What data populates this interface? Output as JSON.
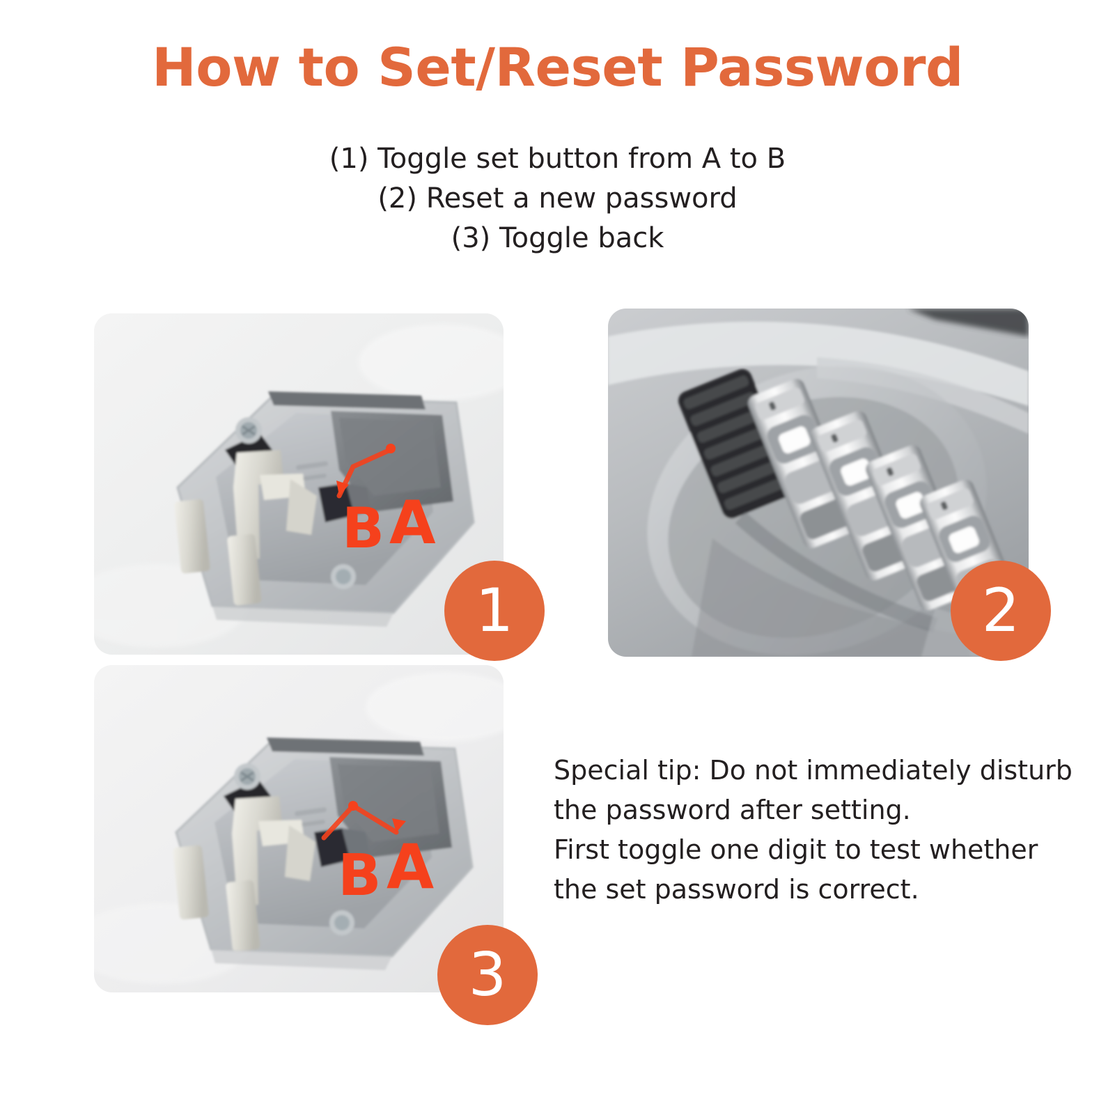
{
  "page": {
    "title": "How to Set/Reset Password",
    "title_color": "#e2693c",
    "background_color": "#ffffff",
    "text_color": "#231f20"
  },
  "instructions": [
    "(1) Toggle set button from A to B",
    "(2) Reset a new password",
    "(3) Toggle back"
  ],
  "panels": [
    {
      "step": "1",
      "badge_label": "1",
      "alt": "Close-up of the back of a combination key lock box showing the reset toggle switch set to position A",
      "annotation": {
        "label_left": "B",
        "label_right": "A",
        "arrow_direction": "A-to-B",
        "color": "#f5411c"
      }
    },
    {
      "step": "2",
      "badge_label": "2",
      "alt": "Close-up of the four-wheel combination dial set on the front of the lock",
      "annotation": null
    },
    {
      "step": "3",
      "badge_label": "3",
      "alt": "Close-up of the back of the lock with the reset toggle switch moved back from B to A",
      "annotation": {
        "label_left": "B",
        "label_right": "A",
        "arrow_direction": "B-to-A",
        "color": "#f5411c"
      }
    }
  ],
  "badge_color": "#e2693c",
  "tip": {
    "lines": [
      "Special tip: Do not immediately disturb",
      "the password after setting.",
      "First toggle one digit to test whether",
      "the set password is correct."
    ]
  }
}
